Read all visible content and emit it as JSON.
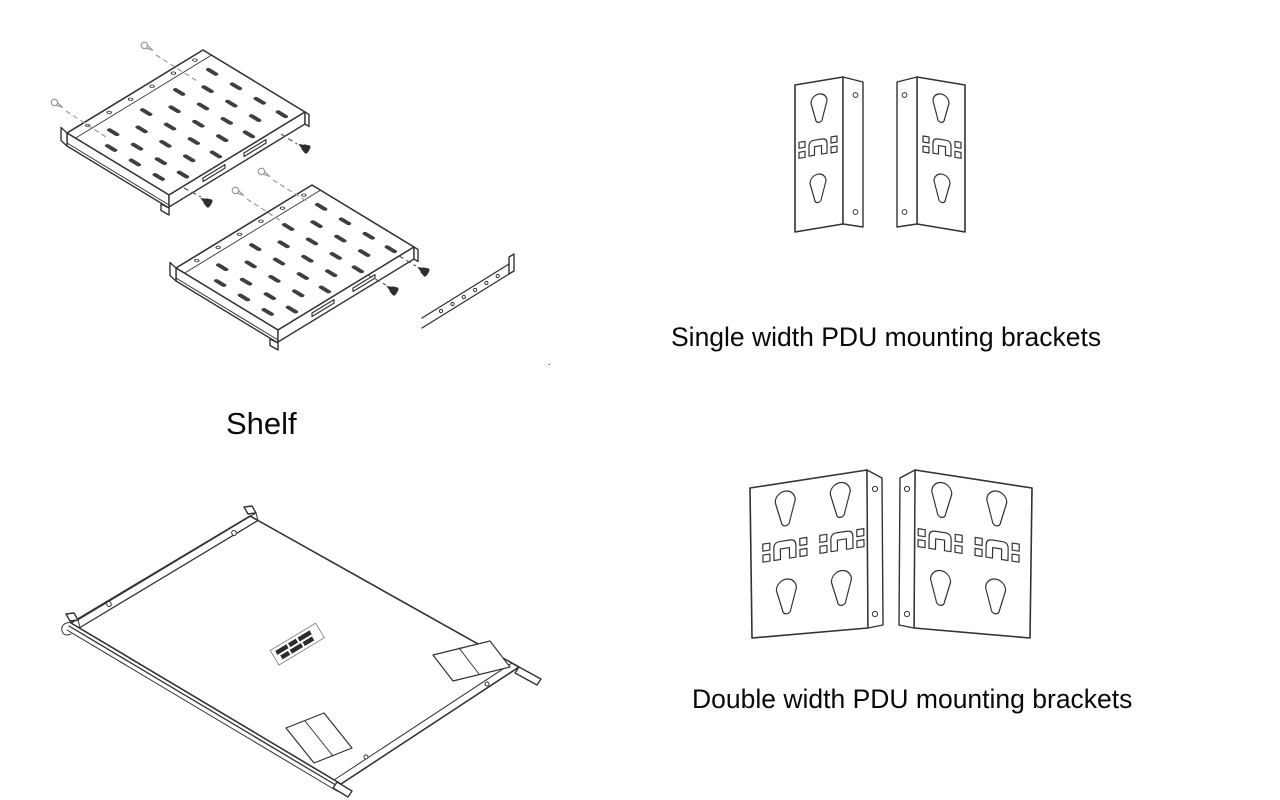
{
  "page": {
    "background_color": "#ffffff",
    "artwork_line_color": "#333333",
    "slot_fill_color": "#3f3f3f",
    "text_color": "#0a0a0a"
  },
  "figures": {
    "shelf": {
      "caption": "Shelf"
    },
    "single_brackets": {
      "caption": "Single width PDU mounting brackets"
    },
    "double_brackets": {
      "caption": "Double width PDU mounting brackets"
    }
  }
}
